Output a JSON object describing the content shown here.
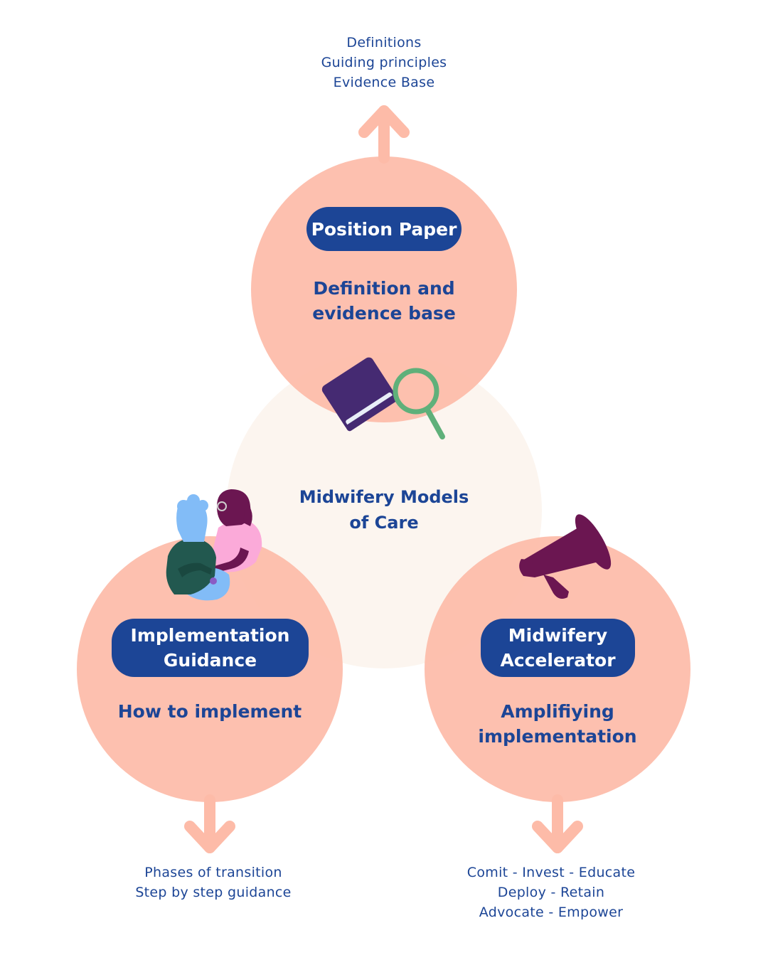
{
  "top": {
    "list": [
      "Definitions",
      "Guiding principles",
      "Evidence Base"
    ],
    "pill": [
      "Position Paper"
    ],
    "subtitle": [
      "Definition and",
      "evidence base"
    ]
  },
  "center": {
    "label": [
      "Midwifery Models",
      "of Care"
    ]
  },
  "left": {
    "pill": [
      "Implementation",
      "Guidance"
    ],
    "subtitle": [
      "How to implement"
    ],
    "list": [
      "Phases of transition",
      "Step by step guidance"
    ]
  },
  "right": {
    "pill": [
      "Midwifery",
      "Accelerator"
    ],
    "subtitle": [
      "Amplifiying",
      "implementation"
    ],
    "list": [
      "Comit - Invest - Educate",
      "Deploy - Retain",
      "Advocate - Empower"
    ]
  },
  "colors": {
    "navy": "#1c4596",
    "salmon": "#fdbba8",
    "cream": "#fcf5ef",
    "purple": "#452a72",
    "green": "#5fb07a",
    "magenta": "#6b1651",
    "light_blue": "#82bcf7",
    "pink": "#fbaad9",
    "teal": "#22584f"
  },
  "icons": [
    "book-icon",
    "magnifier-icon",
    "people-icon",
    "megaphone-icon"
  ]
}
